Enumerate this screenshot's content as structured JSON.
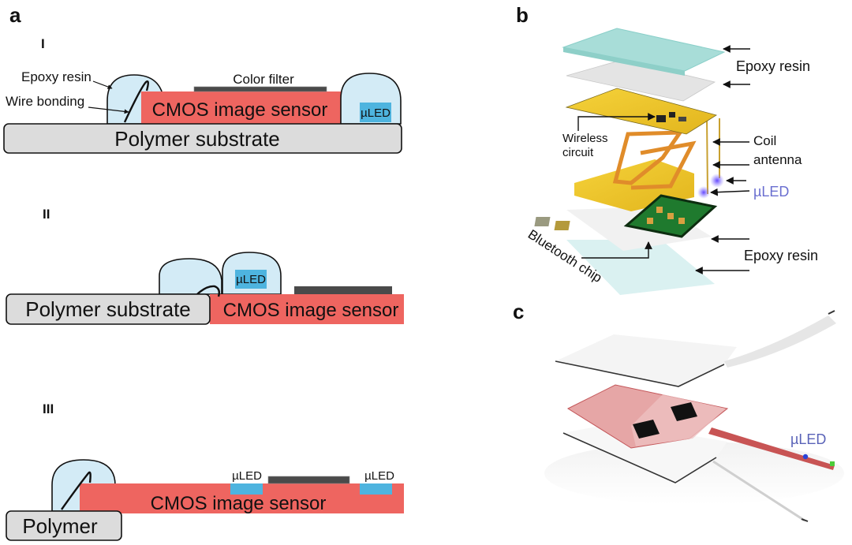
{
  "colors": {
    "cmos": "#ee6560",
    "substrate": "#dcdcdc",
    "epoxy": "#d3ebf6",
    "uled": "#4eb4df",
    "filter": "#4a4a4a",
    "uled_text_b": "#6a6fd0"
  },
  "panel_a": {
    "label": "a",
    "variants": [
      {
        "numeral": "I",
        "epoxy_label": "Epoxy resin",
        "wire_label": "Wire bonding",
        "filter_label": "Color filter",
        "cmos_label": "CMOS image sensor",
        "substrate_label": "Polymer substrate",
        "uled_label": "µLED"
      },
      {
        "numeral": "II",
        "cmos_label": "CMOS image sensor",
        "substrate_label": "Polymer substrate",
        "uled_label": "µLED"
      },
      {
        "numeral": "III",
        "cmos_label": "CMOS image sensor",
        "substrate_label": "Polymer",
        "uled_labels": [
          "µLED",
          "µLED"
        ]
      }
    ]
  },
  "panel_b": {
    "label": "b",
    "labels": {
      "epoxy_top": "Epoxy resin",
      "wireless_1": "Wireless",
      "wireless_2": "circuit",
      "coil_1": "Coil",
      "coil_2": "antenna",
      "uled": "µLED",
      "epoxy_bottom": "Epoxy resin",
      "bluetooth": "Bluetooth chip"
    }
  },
  "panel_c": {
    "label": "c",
    "uled": "µLED"
  }
}
